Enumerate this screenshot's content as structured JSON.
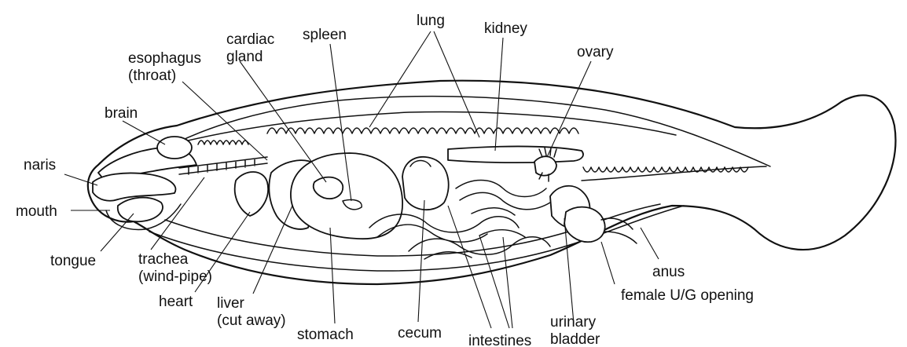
{
  "labels": {
    "lung": "lung",
    "kidney": "kidney",
    "spleen": "spleen",
    "cardiac_gland_1": "cardiac",
    "cardiac_gland_2": "gland",
    "esophagus_1": "esophagus",
    "esophagus_2": "(throat)",
    "ovary": "ovary",
    "brain": "brain",
    "naris": "naris",
    "mouth": "mouth",
    "tongue": "tongue",
    "trachea_1": "trachea",
    "trachea_2": "(wind-pipe)",
    "heart": "heart",
    "liver_1": "liver",
    "liver_2": "(cut away)",
    "stomach": "stomach",
    "cecum": "cecum",
    "intestines": "intestines",
    "urinary_1": "urinary",
    "urinary_2": "bladder",
    "anus": "anus",
    "female_ug": "female U/G opening"
  }
}
